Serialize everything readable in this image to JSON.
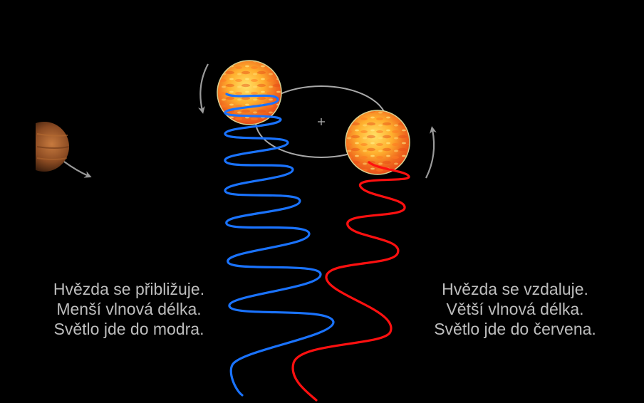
{
  "left_caption": {
    "line1": "Hvězda se přibližuje.",
    "line2": "Menší vlnová délka.",
    "line3": "Světlo jde do modra."
  },
  "right_caption": {
    "line1": "Hvězda se vzdaluje.",
    "line2": "Větší vlnová délka.",
    "line3": "Světlo jde do červena."
  },
  "colors": {
    "background": "#000000",
    "blue_wave": "#1a73ff",
    "red_wave": "#ff1010",
    "orbit": "#a8a8a8",
    "arrows": "#9a9a9a",
    "text": "#bdbdbd"
  }
}
